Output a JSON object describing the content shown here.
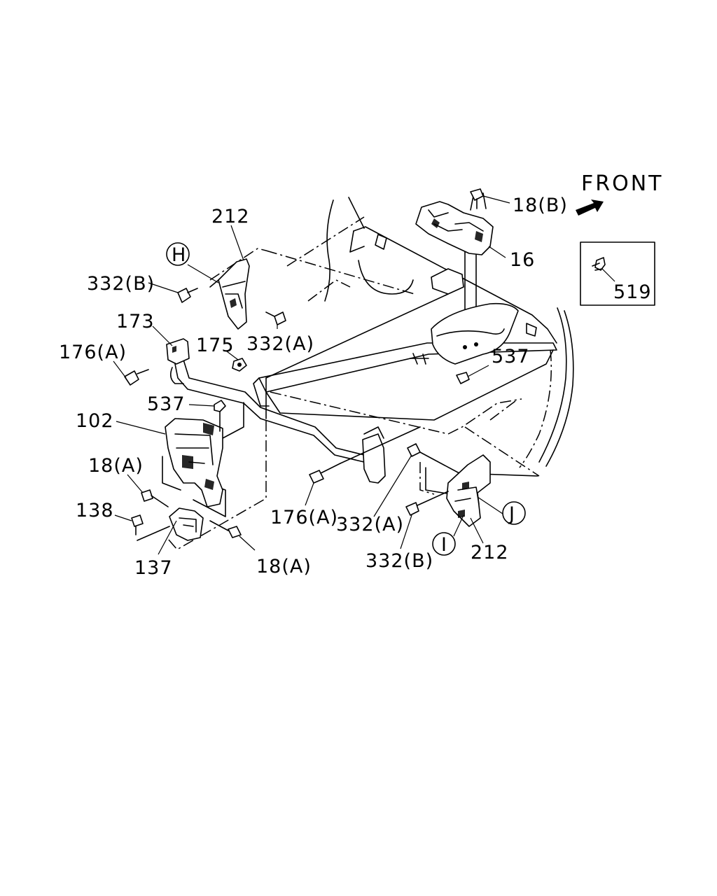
{
  "front": {
    "label": "FRONT"
  },
  "inset": {
    "part": "519"
  },
  "callouts": {
    "c212_top": "212",
    "cH": "H",
    "c332B_top": "332(B)",
    "c332A_top": "332(A)",
    "c173": "173",
    "c176A_left": "176(A)",
    "c175": "175",
    "c537_left": "537",
    "c102": "102",
    "c18A_left": "18(A)",
    "c138": "138",
    "c137": "137",
    "c18A_bottom": "18(A)",
    "c176A_mid": "176(A)",
    "c332A_right": "332(A)",
    "c332B_right": "332(B)",
    "cI": "I",
    "c212_right": "212",
    "cJ": "J",
    "c18B": "18(B)",
    "c16": "16",
    "c537_right": "537"
  }
}
